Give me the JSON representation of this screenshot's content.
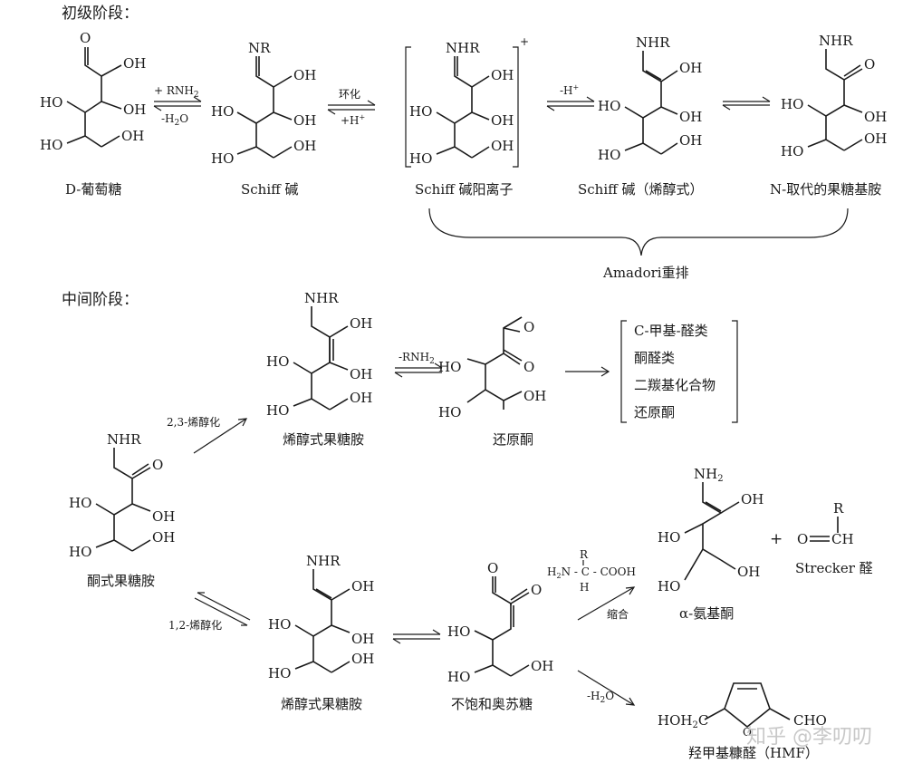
{
  "sections": {
    "initial": "初级阶段：",
    "intermediate": "中间阶段："
  },
  "compounds": {
    "d_glucose": "D-葡萄糖",
    "schiff_base": "Schiff 碱",
    "schiff_cation": "Schiff 碱阳离子",
    "schiff_enol": "Schiff 碱（烯醇式）",
    "n_fructosamine": "N-取代的果糖基胺",
    "keto_fructosamine": "酮式果糖胺",
    "enol_fructosamine_1": "烯醇式果糖胺",
    "enol_fructosamine_2": "烯醇式果糖胺",
    "reductone": "还原酮",
    "unsaturated_osone": "不饱和奥苏糖",
    "alpha_aminoketone": "α-氨基酮",
    "strecker_aldehyde": "Strecker 醛",
    "hmf": "羟甲基糠醛（HMF）"
  },
  "arrows": {
    "plus_rnh2": "+ RNH",
    "plus_rnh2_sub": "2",
    "minus_h2o": "-H",
    "minus_h2o_sub": "2",
    "minus_h2o_tail": "O",
    "cyclize": "环化",
    "plus_h": "+H",
    "minus_h": "-H",
    "amadori": "Amadori重排",
    "enol23": "2,3-烯醇化",
    "enol12": "1,2-烯醇化",
    "minus_rnh2": "-RNH",
    "minus_rnh2_sub": "2",
    "condense": "缩合",
    "minus_h2o_2": "-H",
    "minus_h2o_2_sub": "2",
    "minus_h2o_2_tail": "O",
    "plus_sign": "+"
  },
  "products_list": [
    "C-甲基-醛类",
    "酮醛类",
    "二羰基化合物",
    "还原酮"
  ],
  "atoms": {
    "O": "O",
    "OH": "OH",
    "HO": "HO",
    "NR": "NR",
    "NHR": "NHR",
    "NH2": "NH",
    "NH2_sub": "2",
    "R": "R",
    "CH": "CH",
    "HOH2C": "HOH",
    "HOH2C_sub": "2",
    "HOH2C_tail": "C",
    "CHO": "CHO",
    "amino_acid_left": "H",
    "amino_acid_left_sub": "2",
    "amino_acid_mid": "N - C - COOH",
    "amino_acid_R": "R",
    "amino_acid_H": "H"
  },
  "watermark": "知乎 @李叨叨"
}
